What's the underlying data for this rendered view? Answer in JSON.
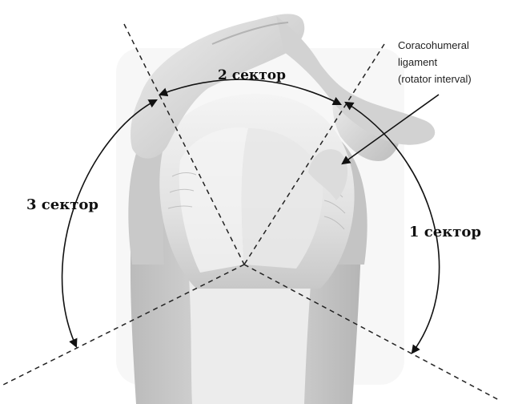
{
  "labels": {
    "sector_1": "1 сектор",
    "sector_2": "2 сектор",
    "sector_3": "3 сектор",
    "annotation_line1": "Coracohumeral",
    "annotation_line2": "ligament",
    "annotation_line3": "(rotator interval)"
  },
  "colors": {
    "background": "#ffffff",
    "bone_light": "#e6e6e6",
    "bone_mid": "#cfcfcf",
    "bone_dark": "#a9a9a9",
    "tendon": "#f2f2f2",
    "line": "#222222"
  }
}
